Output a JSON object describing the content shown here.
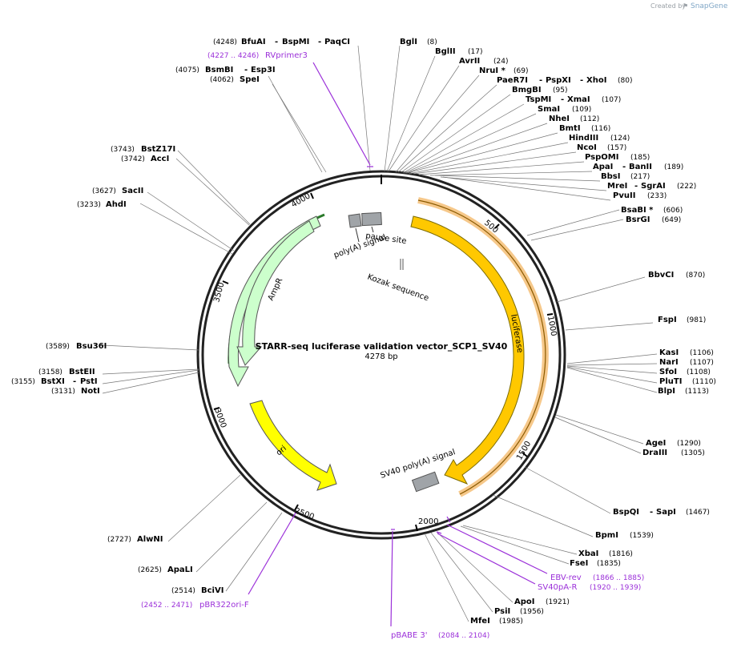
{
  "header": {
    "created_by": "Created by",
    "brand": "SnapGene"
  },
  "plasmid": {
    "name": "STARR-seq luciferase validation vector_SCP1_SV40",
    "size": "4278 bp"
  },
  "ticks": [
    "500",
    "1000",
    "1500",
    "2000",
    "2500",
    "3000",
    "3500",
    "4000"
  ],
  "features": [
    {
      "label": "luciferase",
      "color": "#FFC800"
    },
    {
      "label": "AmpR",
      "color": "#CCFFCC"
    },
    {
      "label": "ori",
      "color": "#FFFF00"
    },
    {
      "label": "SV40 poly(A) signal",
      "color": "#A0A4A8"
    },
    {
      "label": "pause site",
      "color": "#A0A4A8"
    },
    {
      "label": "poly(A) signal",
      "color": "#A0A4A8"
    },
    {
      "label": "Kozak sequence",
      "color": "#A0A4A8"
    }
  ],
  "sites": [
    {
      "name": "BfuAI",
      "pos": "(4248)"
    },
    {
      "name": "BspMI",
      "pos": ""
    },
    {
      "name": "PaqCI",
      "pos": ""
    },
    {
      "name": "BsmBI",
      "pos": "(4075)"
    },
    {
      "name": "Esp3I",
      "pos": ""
    },
    {
      "name": "SpeI",
      "pos": "(4062)"
    },
    {
      "name": "BglI",
      "pos": "(8)"
    },
    {
      "name": "BglII",
      "pos": "(17)"
    },
    {
      "name": "AvrII",
      "pos": "(24)"
    },
    {
      "name": "NruI *",
      "pos": "(69)"
    },
    {
      "name": "PaeR7I",
      "pos": ""
    },
    {
      "name": "PspXI",
      "pos": ""
    },
    {
      "name": "XhoI",
      "pos": "(80)"
    },
    {
      "name": "BmgBI",
      "pos": "(95)"
    },
    {
      "name": "TspMI",
      "pos": ""
    },
    {
      "name": "XmaI",
      "pos": "(107)"
    },
    {
      "name": "SmaI",
      "pos": "(109)"
    },
    {
      "name": "NheI",
      "pos": "(112)"
    },
    {
      "name": "BmtI",
      "pos": "(116)"
    },
    {
      "name": "HindIII",
      "pos": "(124)"
    },
    {
      "name": "NcoI",
      "pos": "(157)"
    },
    {
      "name": "PspOMI",
      "pos": "(185)"
    },
    {
      "name": "ApaI",
      "pos": ""
    },
    {
      "name": "BanII",
      "pos": "(189)"
    },
    {
      "name": "BbsI",
      "pos": "(217)"
    },
    {
      "name": "MreI",
      "pos": ""
    },
    {
      "name": "SgrAI",
      "pos": "(222)"
    },
    {
      "name": "PvuII",
      "pos": "(233)"
    },
    {
      "name": "BsaBI *",
      "pos": "(606)"
    },
    {
      "name": "BsrGI",
      "pos": "(649)"
    },
    {
      "name": "BbvCI",
      "pos": "(870)"
    },
    {
      "name": "FspI",
      "pos": "(981)"
    },
    {
      "name": "KasI",
      "pos": "(1106)"
    },
    {
      "name": "NarI",
      "pos": "(1107)"
    },
    {
      "name": "SfoI",
      "pos": "(1108)"
    },
    {
      "name": "PluTI",
      "pos": "(1110)"
    },
    {
      "name": "BlpI",
      "pos": "(1113)"
    },
    {
      "name": "AgeI",
      "pos": "(1290)"
    },
    {
      "name": "DraIII",
      "pos": "(1305)"
    },
    {
      "name": "BspQI",
      "pos": ""
    },
    {
      "name": "SapI",
      "pos": "(1467)"
    },
    {
      "name": "BpmI",
      "pos": "(1539)"
    },
    {
      "name": "XbaI",
      "pos": "(1816)"
    },
    {
      "name": "FseI",
      "pos": "(1835)"
    },
    {
      "name": "ApoI",
      "pos": "(1921)"
    },
    {
      "name": "PsiI",
      "pos": "(1956)"
    },
    {
      "name": "MfeI",
      "pos": "(1985)"
    },
    {
      "name": "BciVI",
      "pos": "(2514)"
    },
    {
      "name": "ApaLI",
      "pos": "(2625)"
    },
    {
      "name": "AlwNI",
      "pos": "(2727)"
    },
    {
      "name": "BstEII",
      "pos": "(3158)"
    },
    {
      "name": "BstXI",
      "pos": "(3155)"
    },
    {
      "name": "PstI",
      "pos": ""
    },
    {
      "name": "NotI",
      "pos": "(3131)"
    },
    {
      "name": "AhdI",
      "pos": "(3233)"
    },
    {
      "name": "Bsu36I",
      "pos": "(3589)"
    },
    {
      "name": "SacII",
      "pos": "(3627)"
    },
    {
      "name": "AccI",
      "pos": "(3742)"
    },
    {
      "name": "BstZ17I",
      "pos": "(3743)"
    }
  ],
  "primers": [
    {
      "name": "RVprimer3",
      "range": "(4227 .. 4246)"
    },
    {
      "name": "EBV-rev",
      "range": "(1866 .. 1885)"
    },
    {
      "name": "SV40pA-R",
      "range": "(1920 .. 1939)"
    },
    {
      "name": "pBABE 3'",
      "range": "(2084 .. 2104)"
    },
    {
      "name": "pBR322ori-F",
      "range": "(2452 .. 2471)"
    }
  ],
  "colors": {
    "primer": "#9B30D9",
    "backbone": "#222222"
  }
}
